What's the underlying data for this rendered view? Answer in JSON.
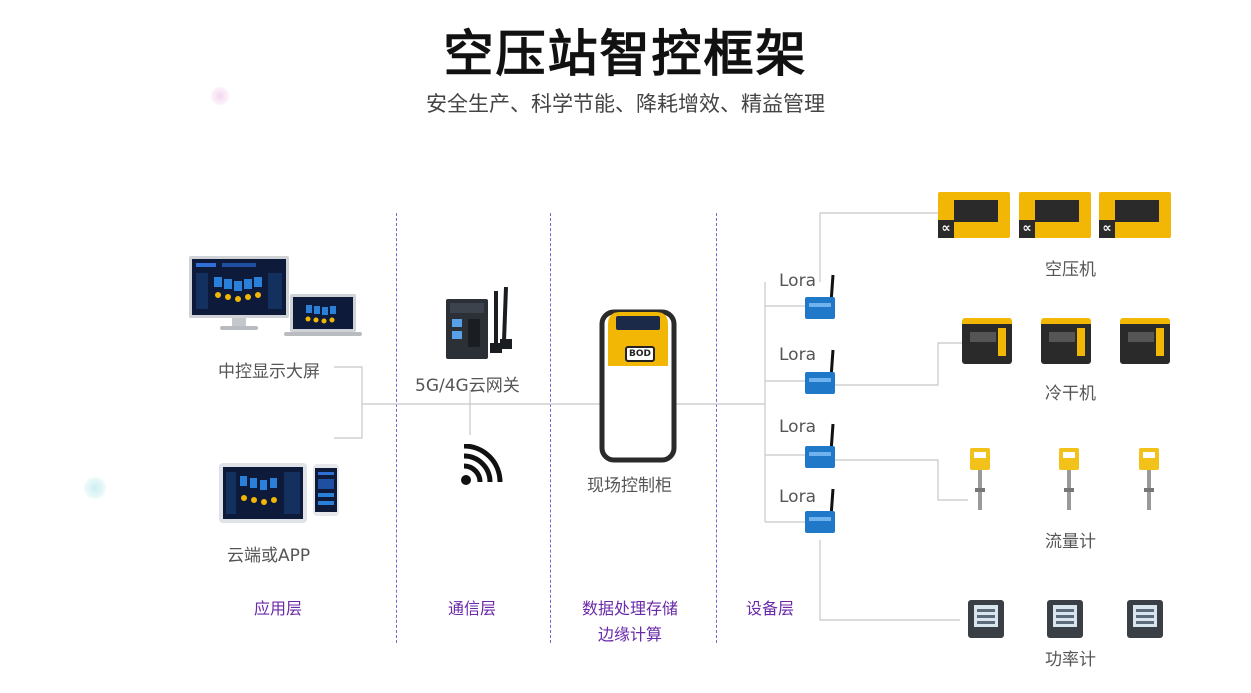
{
  "title": "空压站智控框架",
  "subtitle": "安全生产、科学节能、降耗增效、精益管理",
  "layers": {
    "app": "应用层",
    "comm": "通信层",
    "data_line1": "数据处理存储",
    "data_line2": "边缘计算",
    "device": "设备层"
  },
  "nodes": {
    "screen": "中控显示大屏",
    "cloud": "云端或APP",
    "gateway": "5G/4G云网关",
    "cabinet": "现场控制柜",
    "cabinet_logo": "BOD",
    "lora": "Lora",
    "compressor": "空压机",
    "dryer": "冷干机",
    "flow": "流量计",
    "power": "功率计",
    "compressor_mark": "∝"
  },
  "colors": {
    "accent_yellow": "#f2b705",
    "layer_purple": "#6a2aa8",
    "divider": "#6b6bd6",
    "line_gray": "#c8c8c8"
  }
}
